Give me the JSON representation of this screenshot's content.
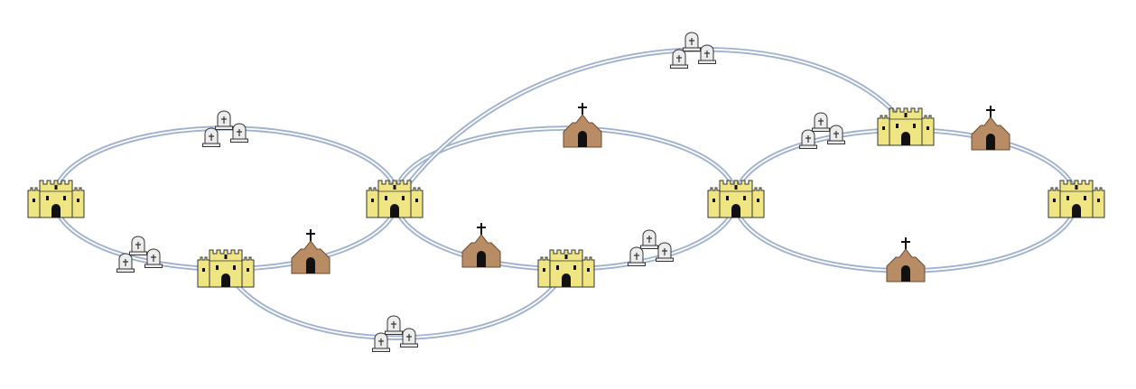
{
  "diagram": {
    "nodes": [
      {
        "icon": "castle-icon"
      },
      {
        "icon": "castle-icon"
      },
      {
        "icon": "castle-icon"
      },
      {
        "icon": "castle-icon"
      },
      {
        "icon": "castle-icon"
      },
      {
        "icon": "castle-icon"
      },
      {
        "icon": "castle-icon"
      },
      {
        "icon": "church-icon"
      },
      {
        "icon": "church-icon"
      },
      {
        "icon": "church-icon"
      },
      {
        "icon": "church-icon"
      },
      {
        "icon": "church-icon"
      },
      {
        "icon": "graveyard-icon"
      },
      {
        "icon": "graveyard-icon"
      },
      {
        "icon": "graveyard-icon"
      },
      {
        "icon": "graveyard-icon"
      },
      {
        "icon": "graveyard-icon"
      },
      {
        "icon": "graveyard-icon"
      }
    ],
    "roads": [
      {
        "stops": [
          0,
          12,
          1
        ]
      },
      {
        "stops": [
          0,
          13,
          2,
          7,
          1
        ]
      },
      {
        "stops": [
          1,
          8,
          4
        ]
      },
      {
        "stops": [
          1,
          9,
          3,
          15,
          4
        ]
      },
      {
        "stops": [
          4,
          17,
          5,
          10,
          6
        ]
      },
      {
        "stops": [
          4,
          11,
          6
        ]
      },
      {
        "stops": [
          1,
          16,
          5
        ]
      },
      {
        "stops": [
          2,
          14,
          3
        ]
      }
    ]
  },
  "colors": {
    "castle": "#efe683",
    "church": "#b88c64",
    "gravestone": "#ececec",
    "road": "#9fb1d1",
    "background": "#ffffff"
  }
}
